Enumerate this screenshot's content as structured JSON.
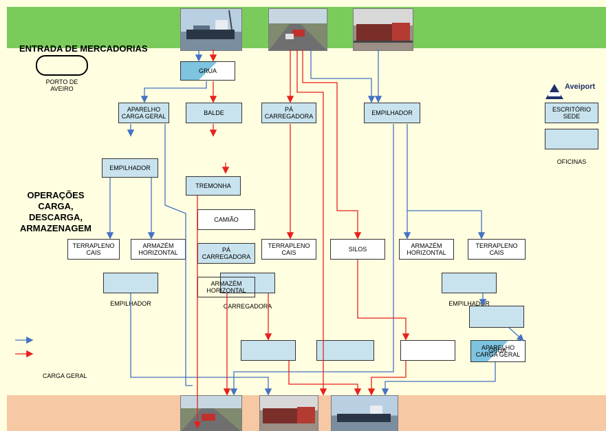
{
  "title": "ENTRADA  DE MERCADORIAS",
  "port_label": "PORTO DE\nAVEIRO",
  "operations_label": "OPERAÇÕES\nCARGA,\nDESCARGA,\nARMAZENAGEM",
  "legend": {
    "general_cargo": "CARGA GERAL"
  },
  "logo": {
    "text": "Aveiport"
  },
  "boxes": {
    "grua_top": "GRUA",
    "aparelho_carga_geral": "APARELHO\nCARGA GERAL",
    "balde": "BALDE",
    "pa_carregadora_top": "PÁ\nCARREGADORA",
    "empilhador_top": "EMPILHADOR",
    "escritorio_sede": "ESCRITÓRIO\nSEDE",
    "oficinas": "OFICINAS",
    "empilhador_left": "EMPILHADOR",
    "tremonha": "TREMONHA",
    "camiao": "CAMIÃO",
    "terrapleno_cais_left": "TERRAPLENO\nCAIS",
    "armazem_horizontal_left": "ARMAZÉM\nHORIZONTAL",
    "pa_carregadora_mid": "PÁ\nCARREGADORA",
    "terrapleno_cais_mid": "TERRAPLENO\nCAIS",
    "silos": "SILOS",
    "armazem_horizontal_right": "ARMAZÉM\nHORIZONTAL",
    "terrapleno_cais_right": "TERRAPLENO\nCAIS",
    "armazem_horizontal_mid": "ARMAZÉM\nHORIZONTAL",
    "empilhador_left_label": "EMPILHADOR",
    "carregadora_label": "CARREGADORA",
    "empilhador_right_label": "EMPILHADOR",
    "aparelho_carga_geral_bottom": "APARELHO\nCARGA GERAL",
    "grua_bottom": "GRUA"
  },
  "colors": {
    "blue_flow": "#4472c4",
    "red_flow": "#e8201c",
    "box_fill": "#c8e3ee",
    "top_band": "#7acb5c",
    "bottom_band": "#f6c8a4"
  },
  "icons": {
    "ship": "cargo-ship-photo",
    "truck": "truck-on-road-photo",
    "train": "freight-train-photo"
  }
}
